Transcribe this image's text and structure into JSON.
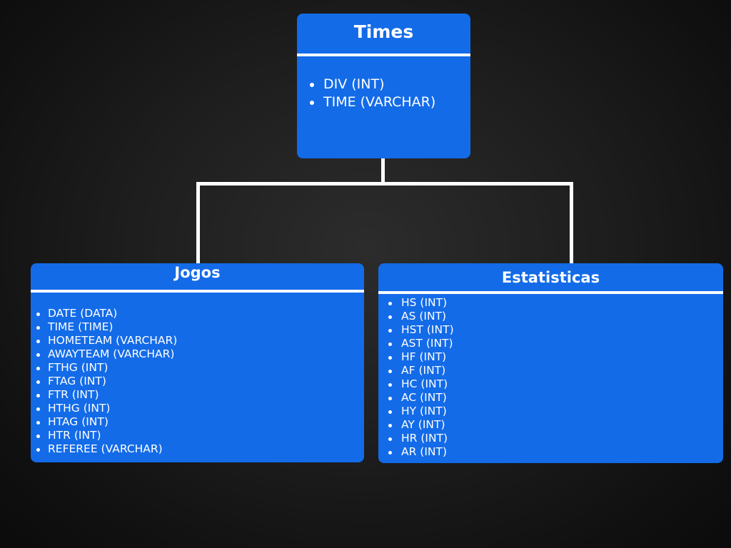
{
  "colors": {
    "box": "#136be8",
    "line": "#ffffff",
    "text": "#ffffff"
  },
  "entities": {
    "times": {
      "title": "Times",
      "fields": [
        "DIV (INT)",
        "TIME (VARCHAR)"
      ]
    },
    "jogos": {
      "title": "Jogos",
      "fields": [
        "DATE (DATA)",
        "TIME (TIME)",
        "HOMETEAM (VARCHAR)",
        "AWAYTEAM (VARCHAR)",
        "FTHG (INT)",
        "FTAG (INT)",
        "FTR (INT)",
        "HTHG (INT)",
        "HTAG (INT)",
        "HTR (INT)",
        "REFEREE (VARCHAR)"
      ]
    },
    "estatisticas": {
      "title": "Estatisticas",
      "fields": [
        "HS (INT)",
        "AS (INT)",
        "HST (INT)",
        "AST (INT)",
        "HF (INT)",
        "AF (INT)",
        "HC (INT)",
        "AC (INT)",
        "HY (INT)",
        "AY (INT)",
        "HR (INT)",
        "AR (INT)"
      ]
    }
  }
}
